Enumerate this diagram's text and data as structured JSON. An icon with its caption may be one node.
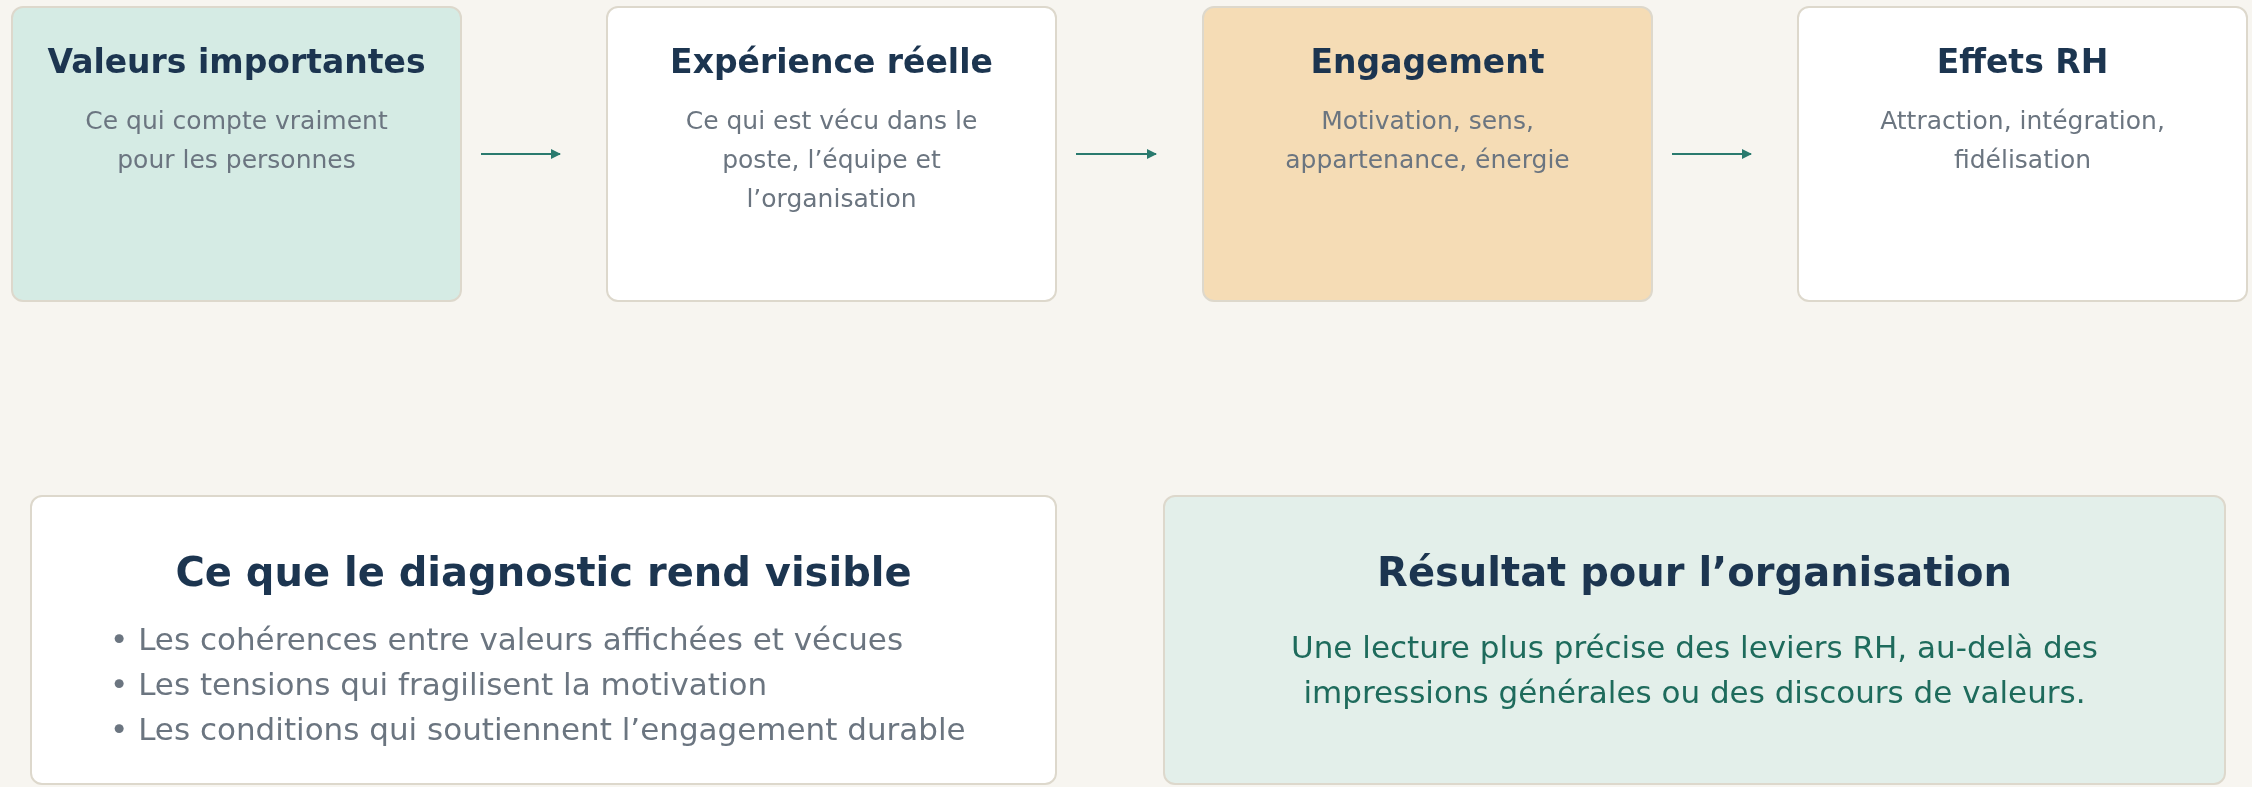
{
  "diagram": {
    "nodes": [
      {
        "text": [
          "Valeurs importantes",
          "Ce qui compte vraiment pour les personnes"
        ]
      },
      {
        "text": [
          "Expérience réelle",
          "Ce qui est vécu dans le poste, l’équipe et l’organisation"
        ]
      },
      {
        "text": [
          "Engagement",
          "Motivation, sens, appartenance, énergie"
        ]
      },
      {
        "text": [
          "Effets RH",
          "Attraction, intégration, fidélisation"
        ]
      },
      {
        "text": [
          "Ce que le diagnostic rend visible",
          "• Les cohérences entre valeurs affichées et vécues",
          "• Les tensions qui fragilisent la motivation",
          "• Les conditions qui soutiennent l’engagement durable"
        ]
      },
      {
        "text": [
          "Résultat pour l’organisation",
          "Une lecture plus précise des leviers RH, au-delà des impressions générales ou des discours de valeurs."
        ]
      }
    ],
    "edges": [
      {
        "from": 0,
        "to": 1,
        "arrow": "to"
      },
      {
        "from": 1,
        "to": 2,
        "arrow": "to"
      },
      {
        "from": 2,
        "to": 3,
        "arrow": "to"
      }
    ]
  }
}
